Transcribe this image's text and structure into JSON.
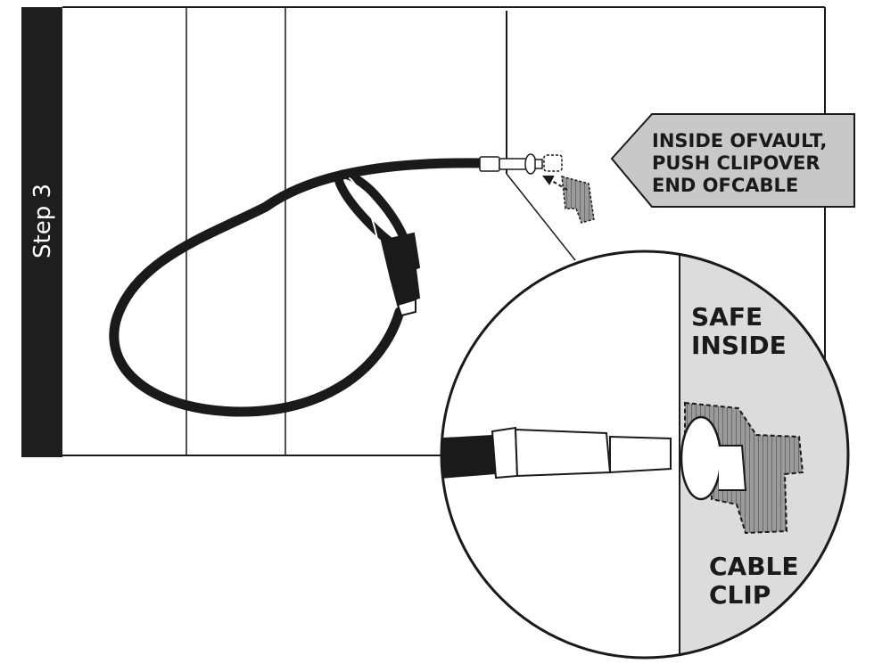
{
  "step": {
    "label": "Step 3"
  },
  "callout": {
    "line1": "INSIDE OFVAULT,",
    "line2": "PUSH CLIPOVER",
    "line3": "END OFCABLE"
  },
  "detail": {
    "safe_line1": "SAFE",
    "safe_line2": "INSIDE",
    "clip_line1": "CABLE",
    "clip_line2": "CLIP"
  },
  "colors": {
    "ink": "#1a1a1a",
    "step_band": "#1e1e1e",
    "callout_fill": "#c8c8c8",
    "safe_inside_fill": "#dcdcdc",
    "clip_fill": "#8a8a8a"
  },
  "icons": [
    "cable-loop-icon",
    "cable-clip-icon",
    "arrow-icon",
    "magnifier-circle-icon"
  ]
}
